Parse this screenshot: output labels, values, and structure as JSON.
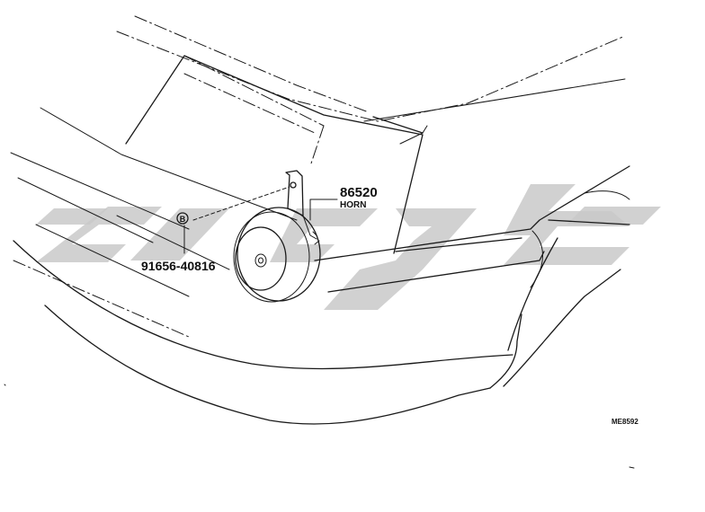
{
  "callouts": {
    "horn_part_number": "86520",
    "horn_name": "HORN",
    "bolt_part_number": "91656-40816",
    "bolt_symbol": "B"
  },
  "figure_code": "ME8592",
  "colors": {
    "line": "#1a1a1a",
    "watermark": "#c9c9c9",
    "background": "#ffffff"
  }
}
